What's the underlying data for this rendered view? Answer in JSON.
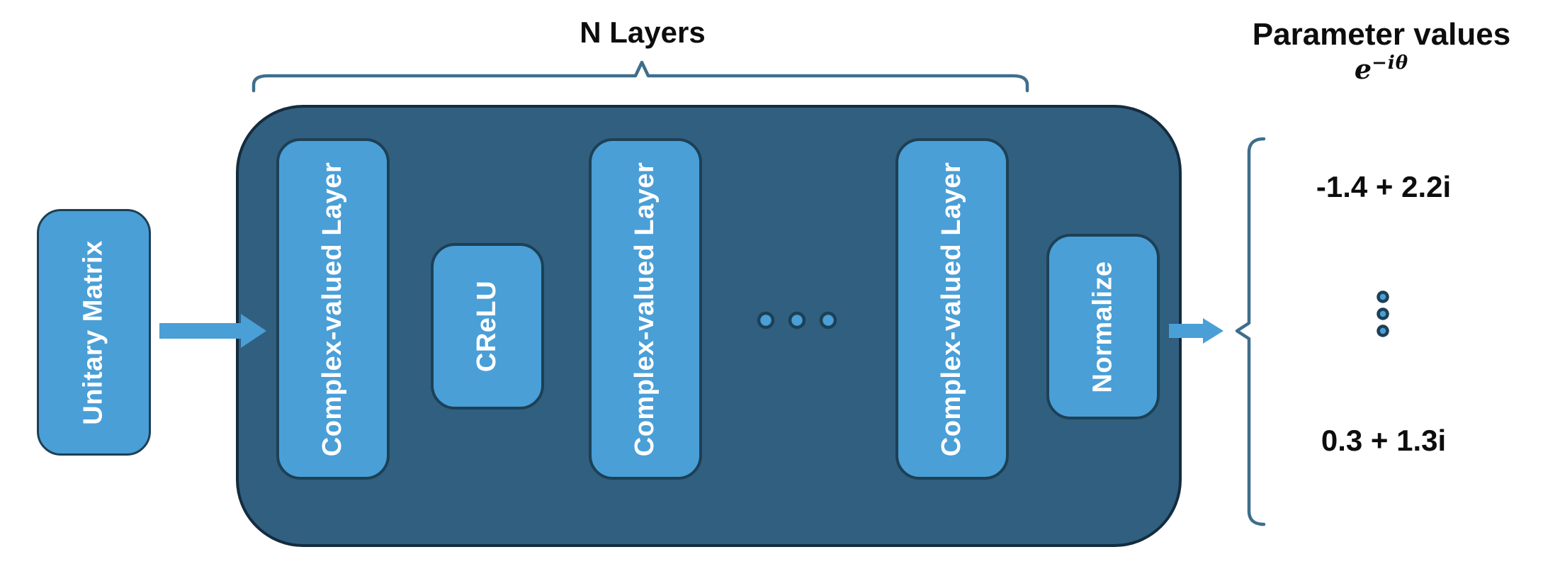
{
  "colors": {
    "box_fill": "#4A9FD7",
    "box_border": "#1D4055",
    "panel_fill": "#315F80",
    "panel_border": "#142C3E",
    "brace": "#3E6E8C",
    "title_text": "#0D0D0D",
    "label_text": "#FFFFFF"
  },
  "titles": {
    "n_layers": "N Layers",
    "parameter_values": "Parameter values",
    "formula_base": "e",
    "formula_exponent": "−iθ"
  },
  "input": {
    "label": "Unitary Matrix"
  },
  "pipeline": {
    "layers": [
      {
        "label": "Complex-valued Layer"
      },
      {
        "label": "CReLU"
      },
      {
        "label": "Complex-valued Layer"
      },
      {
        "label": "Complex-valued Layer"
      },
      {
        "label": "Normalize"
      }
    ]
  },
  "icons": {
    "pipeline_ellipsis": "horizontal-ellipsis-dots",
    "output_ellipsis": "vertical-ellipsis-dots"
  },
  "outputs": {
    "values": [
      "-1.4 + 2.2i",
      "0.3 + 1.3i"
    ]
  }
}
